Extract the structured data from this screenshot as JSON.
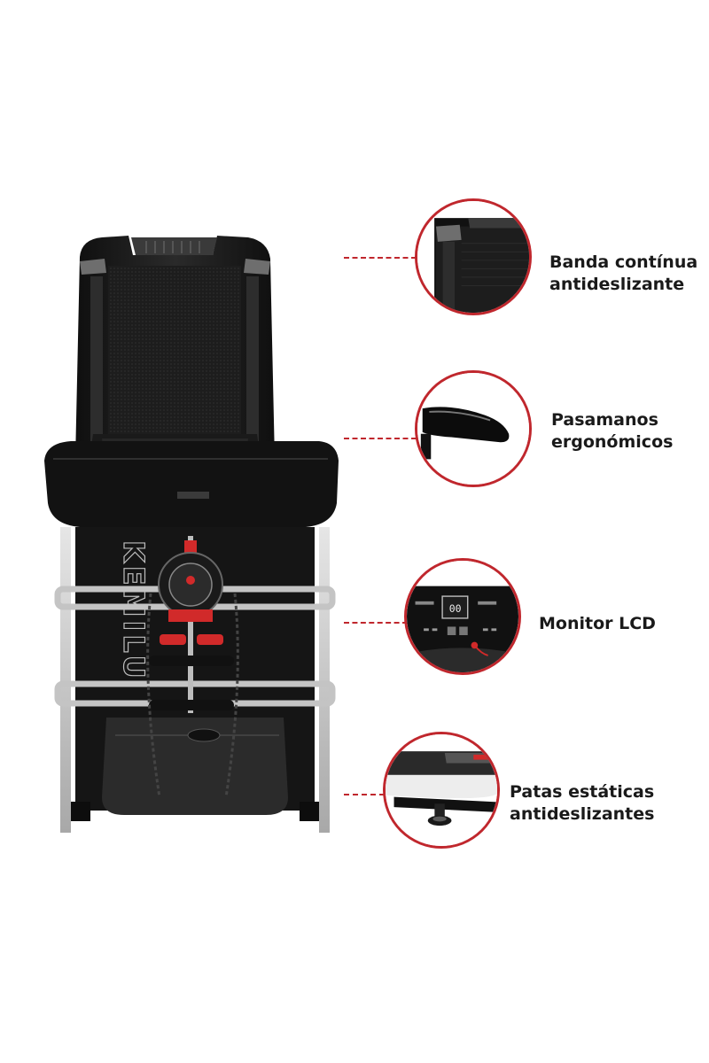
{
  "callouts": [
    {
      "line1": "Banda contínua",
      "line2": "antideslizante",
      "icon": "treadmill-belt-closeup"
    },
    {
      "line1": "Pasamanos",
      "line2": "ergonómicos",
      "icon": "handrail-closeup"
    },
    {
      "line1": "Monitor LCD",
      "line2": "",
      "icon": "lcd-monitor-closeup"
    },
    {
      "line1": "Patas estáticas",
      "line2": "antideslizantes",
      "icon": "anti-slip-foot-closeup"
    }
  ],
  "product": {
    "side_brand": "KEMILU"
  },
  "colors": {
    "accent_red": "#c0272d",
    "frame_black": "#1c1c1c",
    "rail_silver": "#c8c8c8"
  }
}
